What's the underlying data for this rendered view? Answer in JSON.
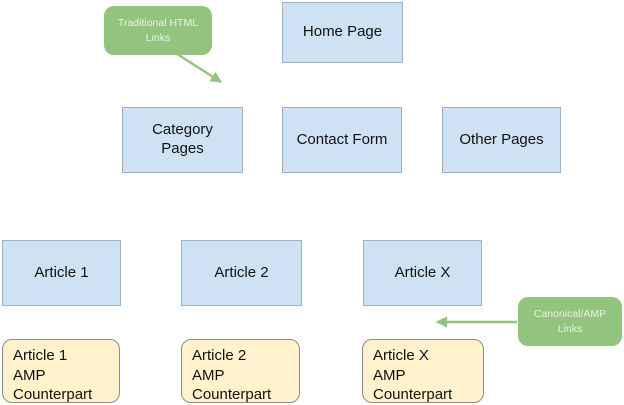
{
  "colors": {
    "background": "#ffffff",
    "page_box_fill": "#cfe2f3",
    "page_box_border": "#9bb3c9",
    "amp_box_fill": "#fff2cc",
    "amp_box_border": "#8c8c8c",
    "callout_fill": "#93c47d",
    "callout_text": "#e9f3e3",
    "arrow": "#93c47d",
    "node_text": "#111111"
  },
  "nodes": {
    "home_page": {
      "label": "Home Page"
    },
    "category_pages": {
      "label": "Category\nPages"
    },
    "contact_form": {
      "label": "Contact Form"
    },
    "other_pages": {
      "label": "Other Pages"
    },
    "article_1": {
      "label": "Article 1"
    },
    "article_2": {
      "label": "Article 2"
    },
    "article_x": {
      "label": "Article X"
    },
    "article_1_amp": {
      "label": "Article 1\nAMP\nCounterpart"
    },
    "article_2_amp": {
      "label": "Article 2\nAMP\nCounterpart"
    },
    "article_x_amp": {
      "label": "Article X\nAMP\nCounterpart"
    }
  },
  "callouts": {
    "traditional_html_links": {
      "label": "Traditional HTML\nLinks"
    },
    "canonical_amp_links": {
      "label": "Canonical/AMP\nLinks"
    }
  }
}
